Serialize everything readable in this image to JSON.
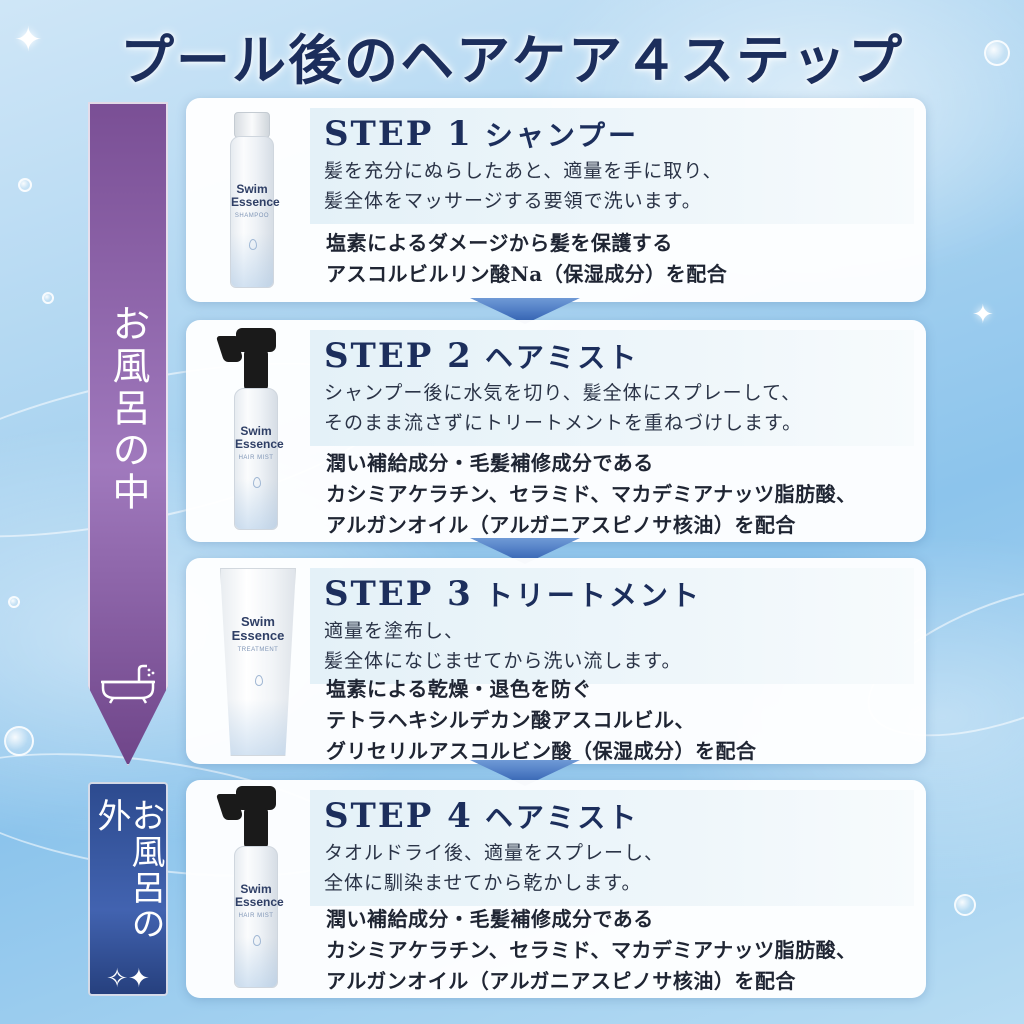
{
  "title": "プール後のヘアケア４ステップ",
  "banners": {
    "bath": "お風呂の中",
    "outside": "お風呂の外",
    "sparkle_icon": "sparkle-icon",
    "bath_icon": "bathtub-icon"
  },
  "steps": [
    {
      "number": "STEP 1",
      "name": "シャンプー",
      "desc": [
        "髪を充分にぬらしたあと、適量を手に取り、",
        "髪全体をマッサージする要領で洗います。"
      ],
      "ingredients": [
        "塩素によるダメージから髪を保護する",
        "アスコルビルリン酸Na（保湿成分）を配合"
      ],
      "product": {
        "brand_line1": "Swim",
        "brand_line2": "Essence",
        "type_label": "SHAMPOO"
      }
    },
    {
      "number": "STEP 2",
      "name": "ヘアミスト",
      "desc": [
        "シャンプー後に水気を切り、髪全体にスプレーして、",
        "そのまま流さずにトリートメントを重ねづけします。"
      ],
      "ingredients": [
        "潤い補給成分・毛髪補修成分である",
        "カシミアケラチン、セラミド、マカデミアナッツ脂肪酸、",
        "アルガンオイル（アルガニアスピノサ核油）を配合"
      ],
      "product": {
        "brand_line1": "Swim",
        "brand_line2": "Essence",
        "type_label": "HAIR MIST"
      }
    },
    {
      "number": "STEP 3",
      "name": "トリートメント",
      "desc": [
        "適量を塗布し、",
        "髪全体になじませてから洗い流します。"
      ],
      "ingredients": [
        "塩素による乾燥・退色を防ぐ",
        "テトラヘキシルデカン酸アスコルビル、",
        "グリセリルアスコルビン酸（保湿成分）を配合"
      ],
      "product": {
        "brand_line1": "Swim",
        "brand_line2": "Essence",
        "type_label": "TREATMENT"
      }
    },
    {
      "number": "STEP 4",
      "name": "ヘアミスト",
      "desc": [
        "タオルドライ後、適量をスプレーし、",
        "全体に馴染ませてから乾かします。"
      ],
      "ingredients": [
        "潤い補給成分・毛髪補修成分である",
        "カシミアケラチン、セラミド、マカデミアナッツ脂肪酸、",
        "アルガンオイル（アルガニアスピノサ核油）を配合"
      ],
      "product": {
        "brand_line1": "Swim",
        "brand_line2": "Essence",
        "type_label": "HAIR MIST"
      }
    }
  ],
  "colors": {
    "title": "#1c2e5c",
    "bath_banner": "#8a5fa8",
    "outside_banner": "#3556a0",
    "arrow": "#2f5fb2"
  }
}
